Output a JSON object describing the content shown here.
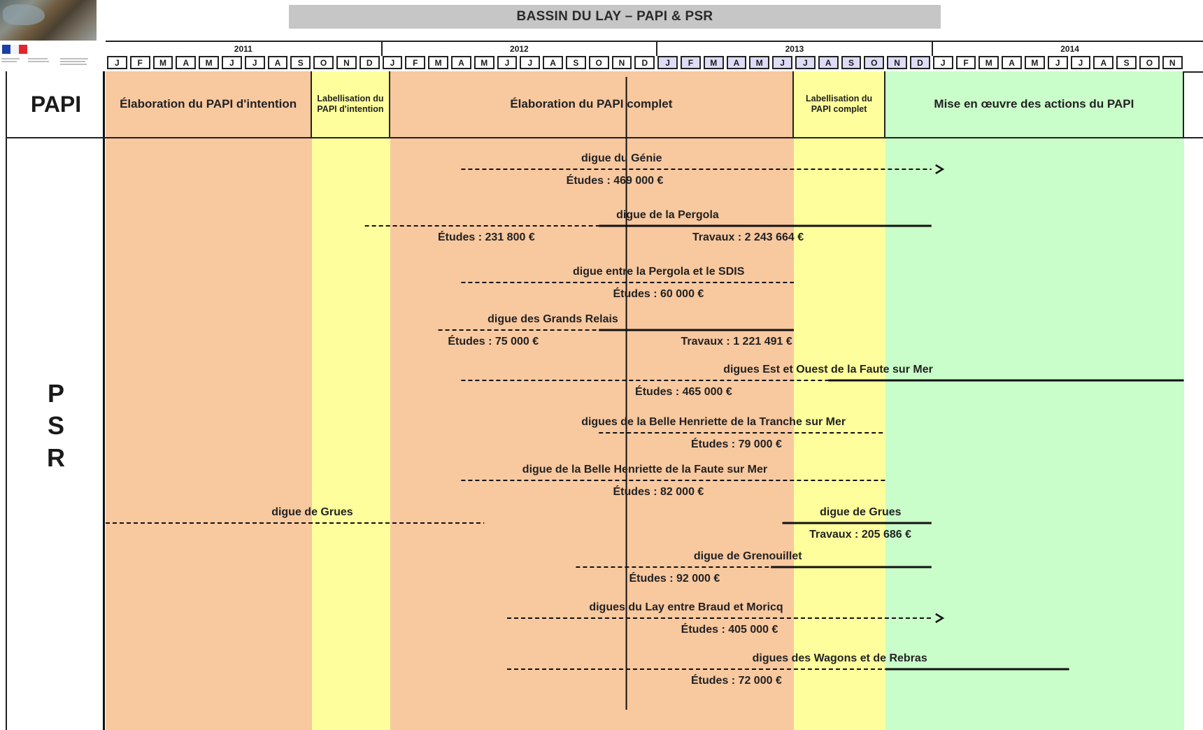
{
  "title": "BASSIN DU LAY – PAPI & PSR",
  "years": [
    {
      "label": "2011",
      "start": 0
    },
    {
      "label": "2012",
      "start": 12
    },
    {
      "label": "2013",
      "start": 24
    },
    {
      "label": "2014",
      "start": 36
    }
  ],
  "month_letters": [
    "J",
    "F",
    "M",
    "A",
    "M",
    "J",
    "J",
    "A",
    "S",
    "O",
    "N",
    "D"
  ],
  "months_visible": 47,
  "highlighted_month_range": [
    24,
    35
  ],
  "colors": {
    "elaboration": "#f8c89f",
    "labellisation": "#feff9c",
    "mise_en_oeuvre": "#c9fdc9",
    "highlight_month": "#dcdcf6"
  },
  "row_labels": {
    "papi": "PAPI",
    "psr_letters": [
      "P",
      "S",
      "R"
    ]
  },
  "phases": [
    {
      "label": "Élaboration du PAPI d'intention",
      "start": 0,
      "end": 9,
      "color": "elaboration",
      "size": "big"
    },
    {
      "label": "Labellisation du PAPI d'intention",
      "start": 9,
      "end": 12.4,
      "color": "labellisation",
      "size": "small"
    },
    {
      "label": "Élaboration du PAPI complet",
      "start": 12.4,
      "end": 30,
      "color": "elaboration",
      "size": "big"
    },
    {
      "label": "Labellisation du PAPI complet",
      "start": 30,
      "end": 34,
      "color": "labellisation",
      "size": "small"
    },
    {
      "label": "Mise en œuvre des actions du PAPI",
      "start": 34,
      "end": 47,
      "color": "mise_en_oeuvre",
      "size": "big"
    }
  ],
  "today_marker": 22.7,
  "actions": [
    {
      "name": "digue du Génie",
      "segments": [
        {
          "type": "dashed",
          "start": 15.5,
          "end": 36,
          "arrow": true
        }
      ],
      "costs": [
        {
          "text": "Études : 469 000  €",
          "at": 22.2
        }
      ]
    },
    {
      "name": "digue de la Pergola",
      "segments": [
        {
          "type": "dashed",
          "start": 11.3,
          "end": 21.5
        },
        {
          "type": "solid",
          "start": 21.5,
          "end": 36
        }
      ],
      "costs": [
        {
          "text": "Études : 231 800  €",
          "at": 16.6
        },
        {
          "text": "Travaux : 2 243 664 €",
          "at": 28.0
        }
      ]
    },
    {
      "name": "digue entre la Pergola et le SDIS",
      "segments": [
        {
          "type": "dashed",
          "start": 15.5,
          "end": 30
        }
      ],
      "costs": [
        {
          "text": "Études : 60 000 €",
          "at": 24.1
        }
      ]
    },
    {
      "name": "digue des Grands Relais",
      "segments": [
        {
          "type": "dashed",
          "start": 14.5,
          "end": 21.5
        },
        {
          "type": "solid",
          "start": 21.5,
          "end": 30
        }
      ],
      "costs": [
        {
          "text": "Études : 75 000 €",
          "at": 16.9
        },
        {
          "text": "Travaux : 1 221 491 €",
          "at": 27.5
        }
      ]
    },
    {
      "name": "digues Est et Ouest de la Faute sur Mer",
      "segments": [
        {
          "type": "dashed",
          "start": 15.5,
          "end": 31.5
        },
        {
          "type": "solid",
          "start": 31.5,
          "end": 47
        }
      ],
      "costs": [
        {
          "text": "Études : 465 000 €",
          "at": 25.2
        }
      ]
    },
    {
      "name": "digues de la Belle Henriette de la Tranche sur Mer",
      "segments": [
        {
          "type": "dashed",
          "start": 21.5,
          "end": 34
        }
      ],
      "costs": [
        {
          "text": "Études : 79 000 €",
          "at": 27.5
        }
      ]
    },
    {
      "name": "digue de la Belle Henriette de la Faute sur Mer",
      "segments": [
        {
          "type": "dashed",
          "start": 15.5,
          "end": 34
        }
      ],
      "costs": [
        {
          "text": "Études : 82 000 €",
          "at": 24.1
        }
      ]
    },
    {
      "name": "digue de Grues",
      "segments": [
        {
          "type": "dashed",
          "start": 0,
          "end": 16.5
        }
      ],
      "costs": []
    },
    {
      "name": "digue de Grues",
      "segments": [
        {
          "type": "solid",
          "start": 29.5,
          "end": 36
        }
      ],
      "costs": [
        {
          "text": "Travaux : 205 686 €",
          "at": 32.9
        }
      ]
    },
    {
      "name": "digue de Grenouillet",
      "segments": [
        {
          "type": "dashed",
          "start": 20.5,
          "end": 29
        },
        {
          "type": "solid",
          "start": 29,
          "end": 36
        }
      ],
      "costs": [
        {
          "text": "Études : 92 000 €",
          "at": 24.8
        }
      ]
    },
    {
      "name": "digues du Lay entre Braud et Moricq",
      "segments": [
        {
          "type": "dashed",
          "start": 17.5,
          "end": 36,
          "arrow": true
        }
      ],
      "costs": [
        {
          "text": "Études : 405 000 €",
          "at": 27.2
        }
      ]
    },
    {
      "name": "digues des Wagons et de Rebras",
      "segments": [
        {
          "type": "dashed",
          "start": 17.5,
          "end": 34
        },
        {
          "type": "solid",
          "start": 34,
          "end": 42
        }
      ],
      "costs": [
        {
          "text": "Études : 72 000 €",
          "at": 27.5
        }
      ]
    }
  ]
}
